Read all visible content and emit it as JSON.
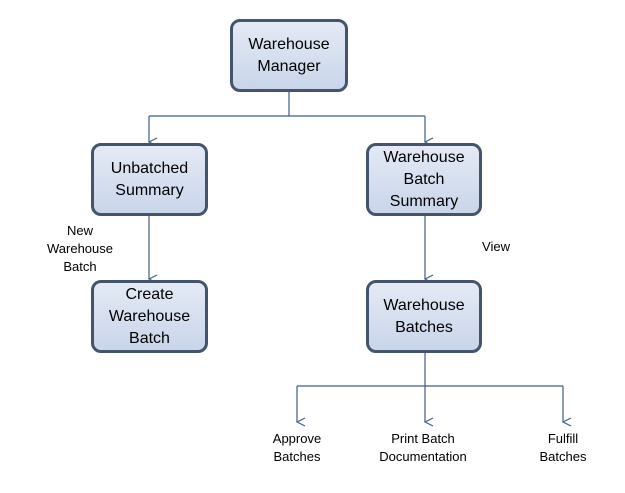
{
  "nodes": {
    "warehouse_manager": "Warehouse\nManager",
    "unbatched_summary": "Unbatched\nSummary",
    "warehouse_batch_summary": "Warehouse\nBatch\nSummary",
    "create_warehouse_batch": "Create\nWarehouse\nBatch",
    "warehouse_batches": "Warehouse\nBatches"
  },
  "labels": {
    "new_warehouse_batch": "New\nWarehouse\nBatch",
    "view": "View",
    "approve_batches": "Approve\nBatches",
    "print_batch_documentation": "Print  Batch\nDocumentation",
    "fulfill_batches": "Fulfill\nBatches"
  },
  "colors": {
    "line": "#3e5c8a",
    "node_border": "#44546a",
    "node_fill_top": "#e4eaf5",
    "node_fill_bottom": "#c9d5ea"
  }
}
